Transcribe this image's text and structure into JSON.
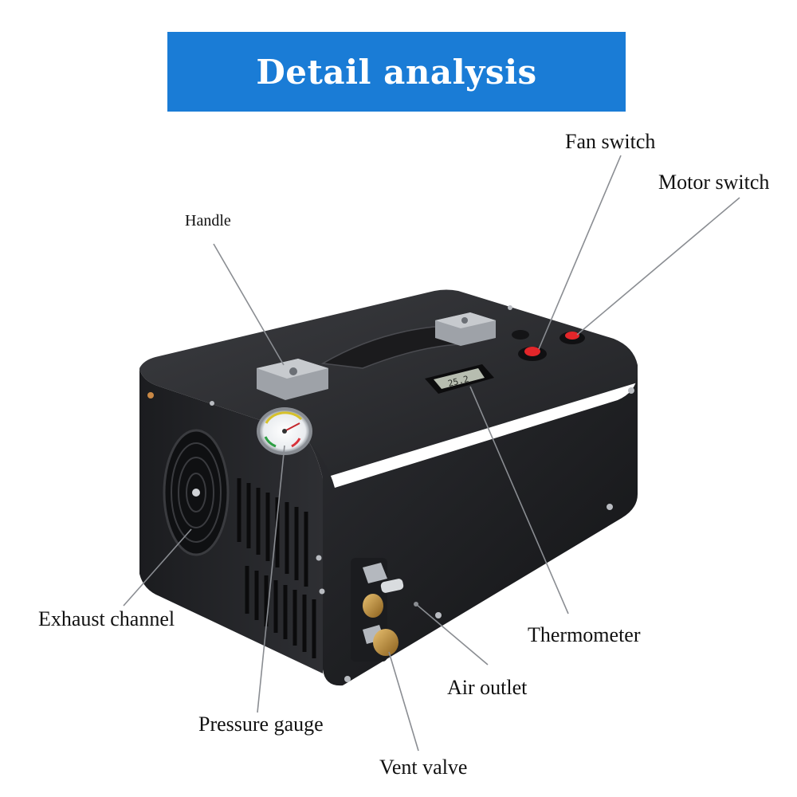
{
  "banner": {
    "title": "Detail analysis",
    "color": "#1a7cd6"
  },
  "callouts": {
    "handle": "Handle",
    "fan_switch": "Fan switch",
    "motor_switch": "Motor switch",
    "exhaust_channel": "Exhaust channel",
    "thermometer": "Thermometer",
    "air_outlet": "Air outlet",
    "pressure_gauge": "Pressure gauge",
    "vent_valve": "Vent valve"
  },
  "device": {
    "thermometer_display": "25.2",
    "body_color": "#2a2b2e",
    "switch_color": "#e3262a"
  }
}
